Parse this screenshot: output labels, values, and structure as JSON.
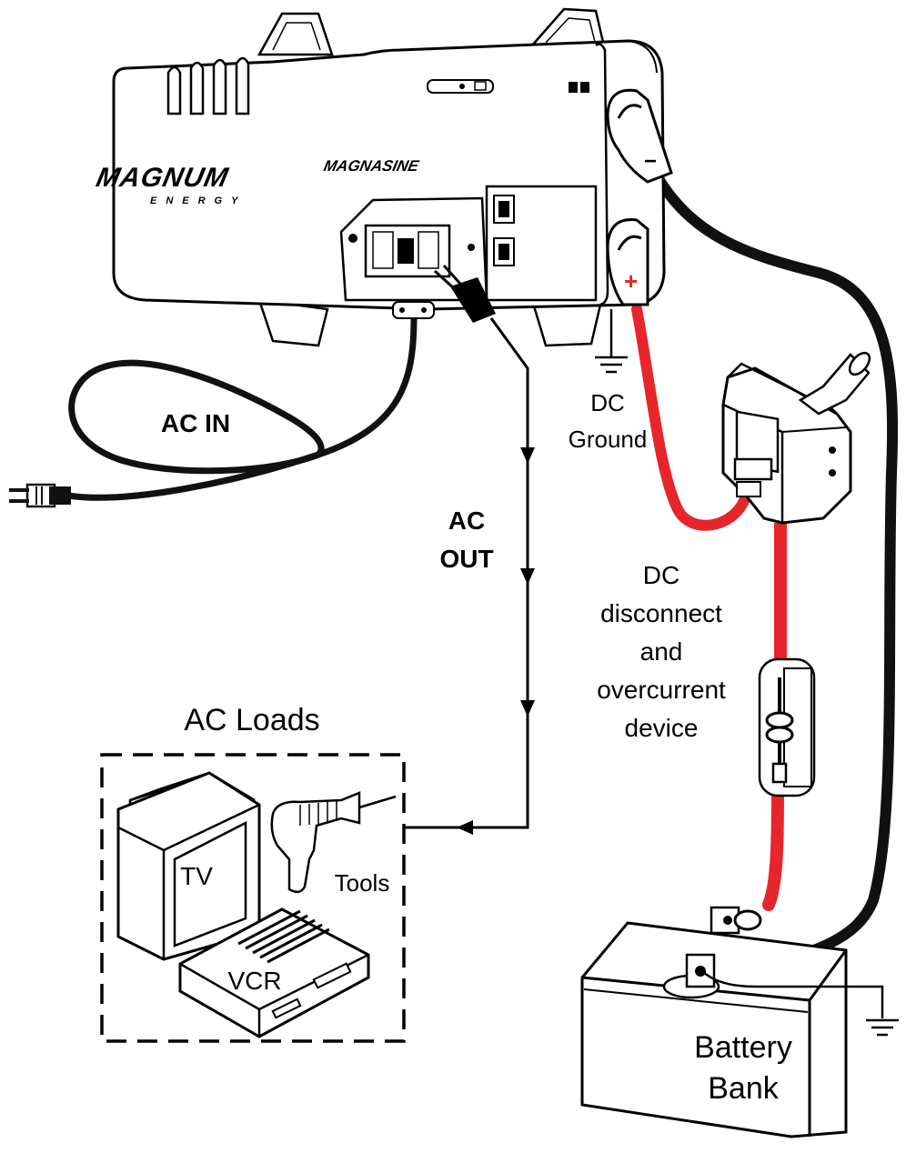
{
  "colors": {
    "dc_positive_cable": "#e8252a",
    "dc_negative_cable": "#111111",
    "line": "#000000",
    "background": "#ffffff"
  },
  "inverter": {
    "brand": "MAGNUM",
    "brand_sub": "ENERGY",
    "model": "MAGNASINE",
    "positive_mark": "+",
    "negative_mark": "−"
  },
  "labels": {
    "ac_in": "AC IN",
    "ac_out_line1": "AC",
    "ac_out_line2": "OUT",
    "dc_ground_line1": "DC",
    "dc_ground_line2": "Ground",
    "disconnect_line1": "DC",
    "disconnect_line2": "disconnect",
    "disconnect_line3": "and",
    "disconnect_line4": "overcurrent",
    "disconnect_line5": "device",
    "ac_loads": "AC Loads",
    "tv": "TV",
    "tools": "Tools",
    "vcr": "VCR",
    "battery_line1": "Battery",
    "battery_line2": "Bank"
  },
  "icons": [
    "ground-symbol-icon",
    "ground-symbol-icon",
    "drill-icon",
    "tv-icon",
    "vcr-icon",
    "plug-icon",
    "battery-icon"
  ]
}
